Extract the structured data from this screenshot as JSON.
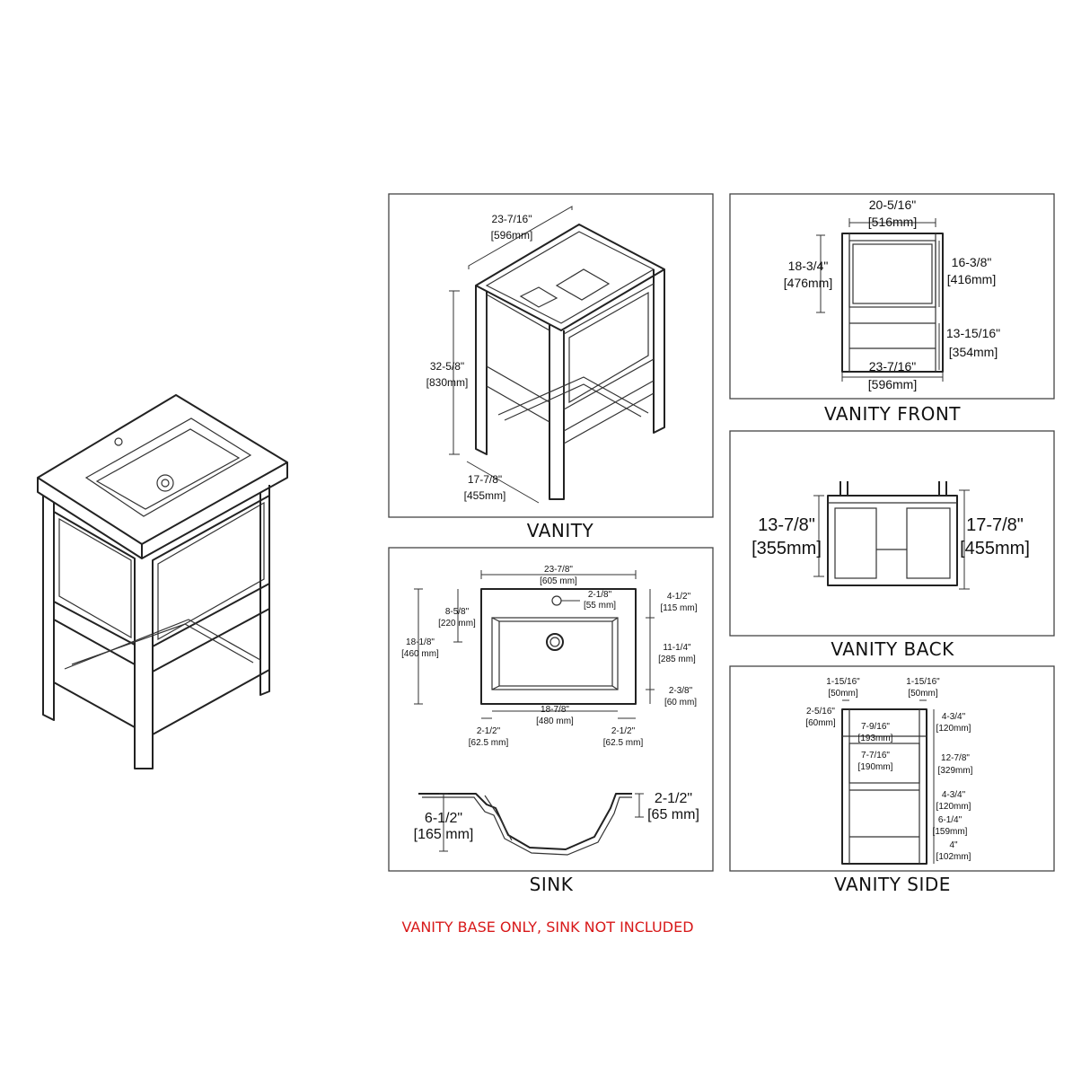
{
  "captions": {
    "vanity": "VANITY",
    "vanity_front": "VANITY FRONT",
    "vanity_back": "VANITY BACK",
    "sink": "SINK",
    "vanity_side": "VANITY SIDE"
  },
  "note": "VANITY BASE ONLY, SINK NOT INCLUDED",
  "vanity": {
    "width_in": "23-7/16\"",
    "width_mm": "[596mm]",
    "height_in": "32-5/8\"",
    "height_mm": "[830mm]",
    "depth_in": "17-7/8\"",
    "depth_mm": "[455mm]"
  },
  "front": {
    "top_in": "20-5/16\"",
    "top_mm": "[516mm]",
    "left_in": "18-3/4\"",
    "left_mm": "[476mm]",
    "right_in": "16-3/8\"",
    "right_mm": "[416mm]",
    "lower_in": "13-15/16\"",
    "lower_mm": "[354mm]",
    "bottom_in": "23-7/16\"",
    "bottom_mm": "[596mm]"
  },
  "back": {
    "left_in": "13-7/8\"",
    "left_mm": "[355mm]",
    "right_in": "17-7/8\"",
    "right_mm": "[455mm]"
  },
  "sink": {
    "top_in": "23-7/8\"",
    "top_mm": "[605 mm]",
    "hole_in": "2-1/8\"",
    "hole_mm": "[55 mm]",
    "rt_top_in": "4-1/2\"",
    "rt_top_mm": "[115 mm]",
    "left_a_in": "8-5/8\"",
    "left_a_mm": "[220 mm]",
    "left_b_in": "18-1/8\"",
    "left_b_mm": "[460 mm]",
    "rt_mid_in": "11-1/4\"",
    "rt_mid_mm": "[285 mm]",
    "rt_bot_in": "2-3/8\"",
    "rt_bot_mm": "[60 mm]",
    "bowl_in": "18-7/8\"",
    "bowl_mm": "[480 mm]",
    "edge_l_in": "2-1/2\"",
    "edge_l_mm": "[62.5 mm]",
    "edge_r_in": "2-1/2\"",
    "edge_r_mm": "[62.5 mm]",
    "depth_in": "6-1/2\"",
    "depth_mm": "[165 mm]",
    "rim_in": "2-1/2\"",
    "rim_mm": "[65 mm]"
  },
  "side": {
    "post_l_in": "1-15/16\"",
    "post_l_mm": "[50mm]",
    "post_r_in": "1-15/16\"",
    "post_r_mm": "[50mm]",
    "off_in": "2-5/16\"",
    "off_mm": "[60mm]",
    "top_r_in": "4-3/4\"",
    "top_r_mm": "[120mm]",
    "d1_in": "7-9/16\"",
    "d1_mm": "[193mm]",
    "d2_in": "7-7/16\"",
    "d2_mm": "[190mm]",
    "mid_r_in": "12-7/8\"",
    "mid_r_mm": "[329mm]",
    "r3_in": "4-3/4\"",
    "r3_mm": "[120mm]",
    "r4_in": "6-1/4\"",
    "r4_mm": "[159mm]",
    "r5_in": "4\"",
    "r5_mm": "[102mm]"
  }
}
